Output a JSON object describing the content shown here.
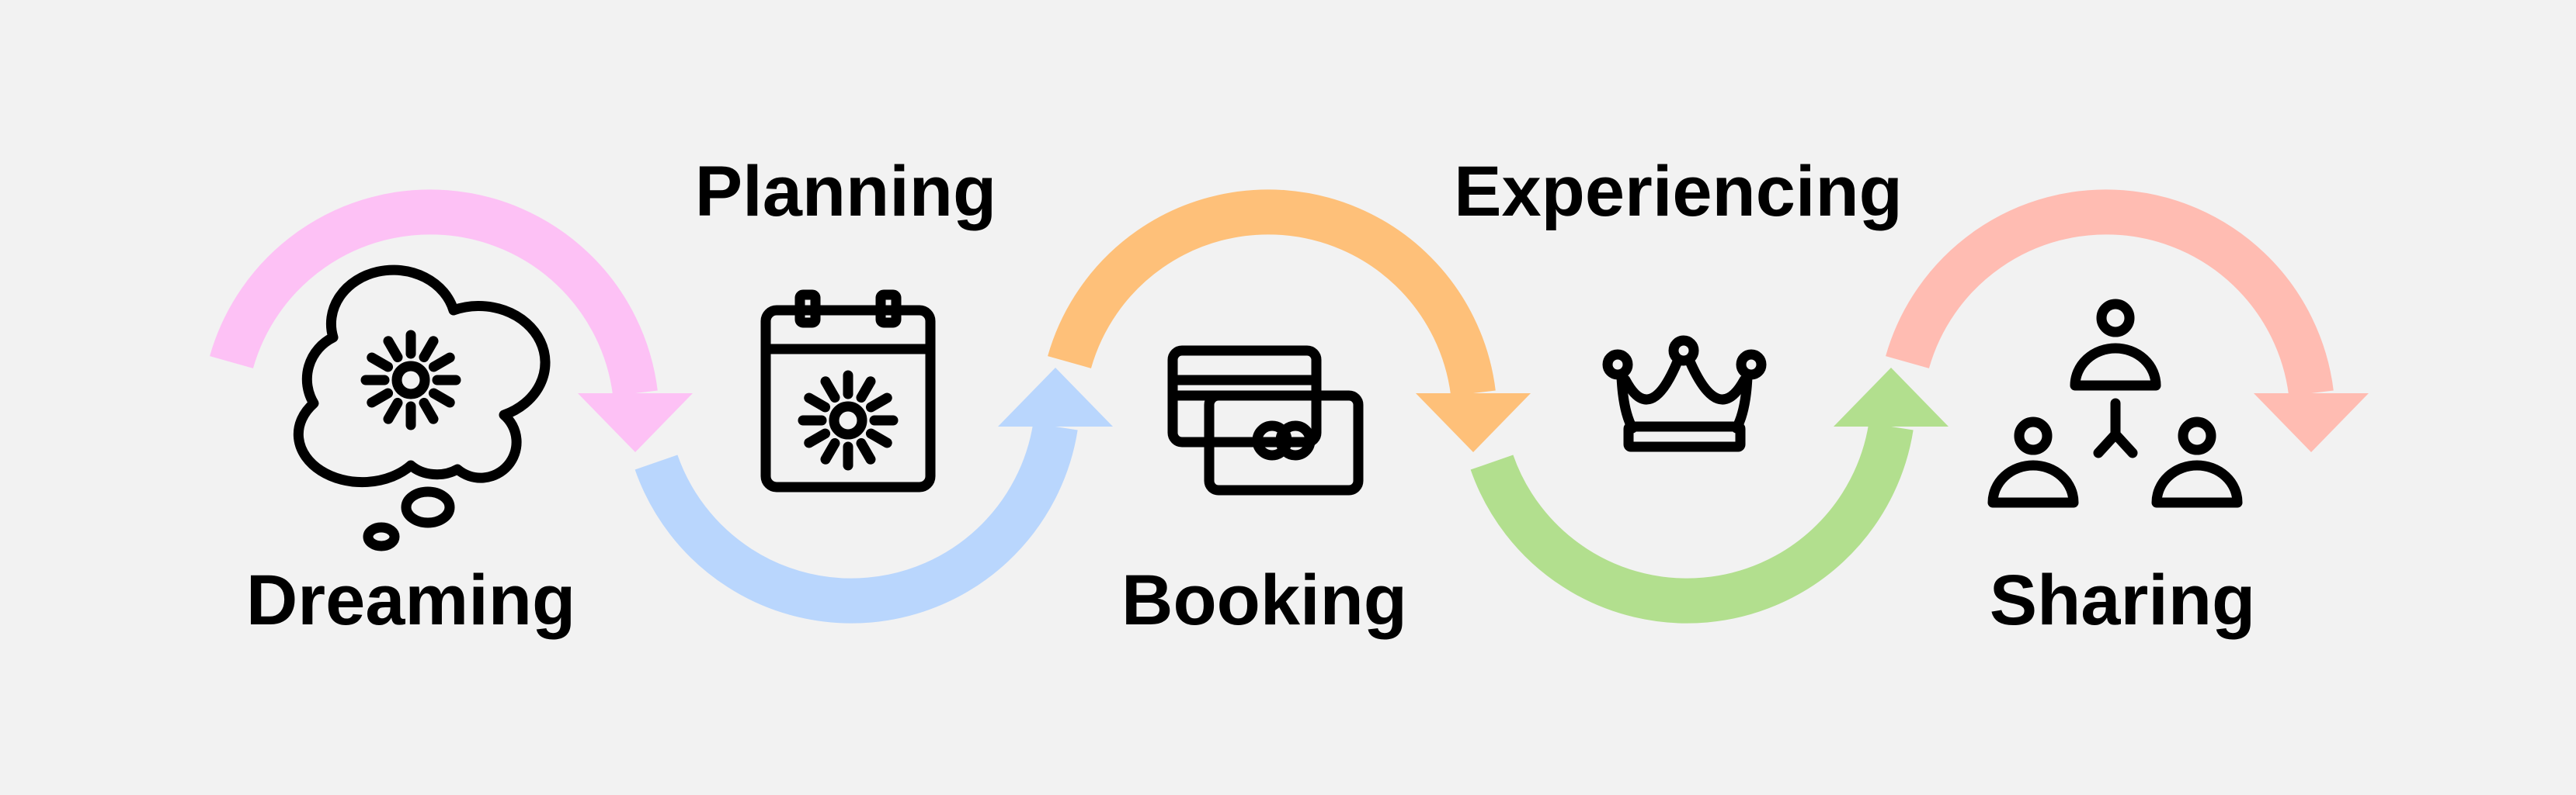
{
  "stages": [
    {
      "label": "Dreaming",
      "icon": "thought-cloud-sun-icon",
      "arrow_color": "#fdc1f5"
    },
    {
      "label": "Planning",
      "icon": "calendar-sun-icon",
      "arrow_color": "#b9d6fd"
    },
    {
      "label": "Booking",
      "icon": "credit-cards-icon",
      "arrow_color": "#fec079"
    },
    {
      "label": "Experiencing",
      "icon": "crown-icon",
      "arrow_color": "#b2df8e"
    },
    {
      "label": "Sharing",
      "icon": "people-network-icon",
      "arrow_color": "#ffbcb2"
    }
  ],
  "background": "#f2f2f2"
}
